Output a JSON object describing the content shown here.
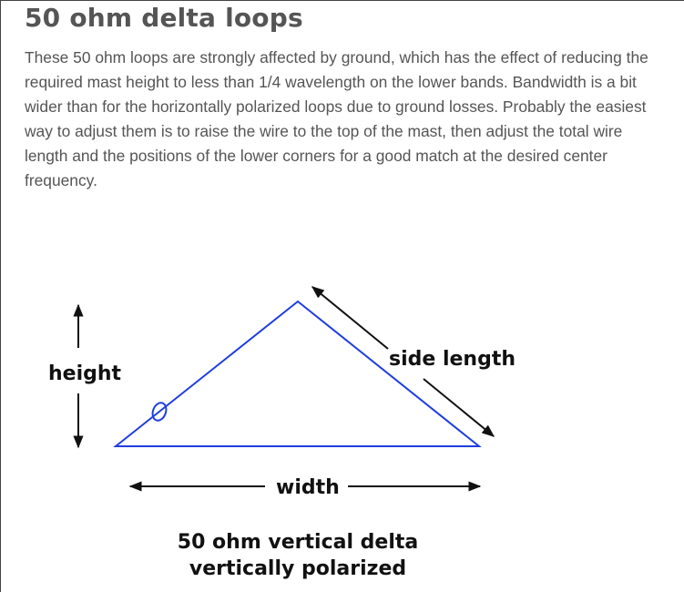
{
  "article": {
    "heading": "50 ohm delta loops",
    "paragraph": "These 50 ohm loops are strongly affected by ground, which has the effect of reducing the required mast height to less than 1/4 wavelength on the lower bands. Bandwidth is a bit wider than for the horizontally polarized loops due to ground losses. Probably the easiest way to adjust them is to raise the wire to the top of the mast, then adjust the total wire length and the positions of the lower corners for a good match at the desired center frequency."
  },
  "diagram": {
    "height_label": "height",
    "side_length_label": "side length",
    "width_label": "width",
    "caption_line1": "50 ohm vertical delta",
    "caption_line2": "vertically polarized",
    "wire_color": "#1f3ee0",
    "arrow_color": "#111111"
  }
}
